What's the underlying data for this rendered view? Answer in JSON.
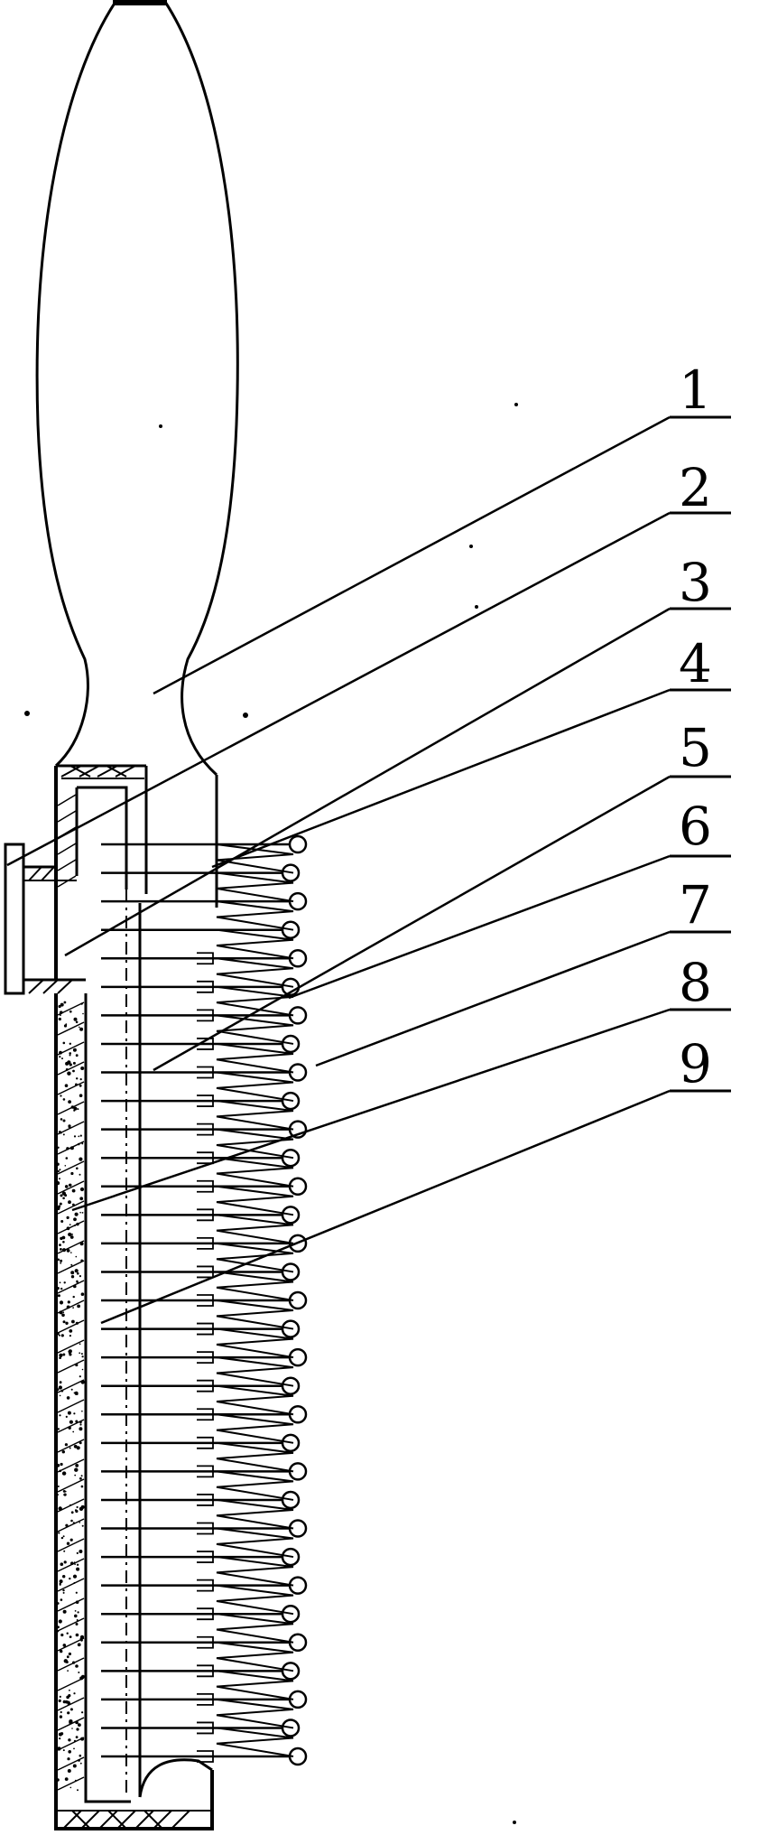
{
  "figure": {
    "callouts": [
      {
        "id": 1,
        "text": "1"
      },
      {
        "id": 2,
        "text": "2"
      },
      {
        "id": 3,
        "text": "3"
      },
      {
        "id": 4,
        "text": "4"
      },
      {
        "id": 5,
        "text": "5"
      },
      {
        "id": 6,
        "text": "6"
      },
      {
        "id": 7,
        "text": "7"
      },
      {
        "id": 8,
        "text": "8"
      },
      {
        "id": 9,
        "text": "9"
      }
    ],
    "tooth_count": 33,
    "colors": {
      "ink": "#000000",
      "paper": "#ffffff"
    }
  }
}
